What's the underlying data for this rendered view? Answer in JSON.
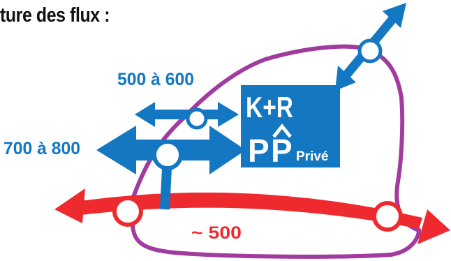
{
  "header": {
    "title": "ture des flux :"
  },
  "labels": {
    "flow_top": "500 à 600",
    "flow_mid": "700 à 800",
    "flow_bottom": "~ 500"
  },
  "hub": {
    "kr": "K+R",
    "p1": "P",
    "p2": "P",
    "prive": "Privé"
  },
  "colors": {
    "blue": "#1378C1",
    "red": "#EE2A2F",
    "purple": "#A13C9E",
    "white": "#FFFFFF"
  }
}
